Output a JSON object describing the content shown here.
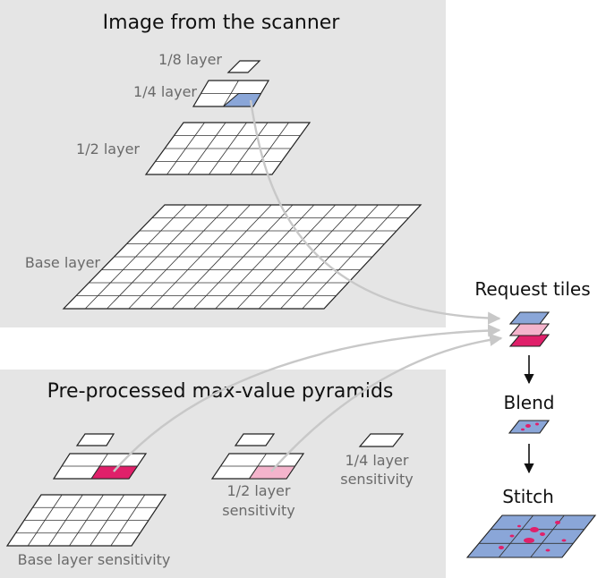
{
  "scanner": {
    "title": "Image from the scanner",
    "layer_1_8": "1/8 layer",
    "layer_1_4": "1/4 layer",
    "layer_1_2": "1/2 layer",
    "layer_base": "Base layer"
  },
  "pyramids": {
    "title": "Pre-processed max-value pyramids",
    "half_line1": "1/2 layer",
    "half_line2": "sensitivity",
    "quarter_line1": "1/4 layer",
    "quarter_line2": "sensitivity",
    "base": "Base layer sensitivity"
  },
  "steps": {
    "request": "Request tiles",
    "blend": "Blend",
    "stitch": "Stitch"
  },
  "colors": {
    "blue_tile": "#8aa6d8",
    "magenta_tile": "#e0206a",
    "pink_tile": "#f4b4cc",
    "panel": "#e5e5e5",
    "connector": "#c8c8c8"
  }
}
